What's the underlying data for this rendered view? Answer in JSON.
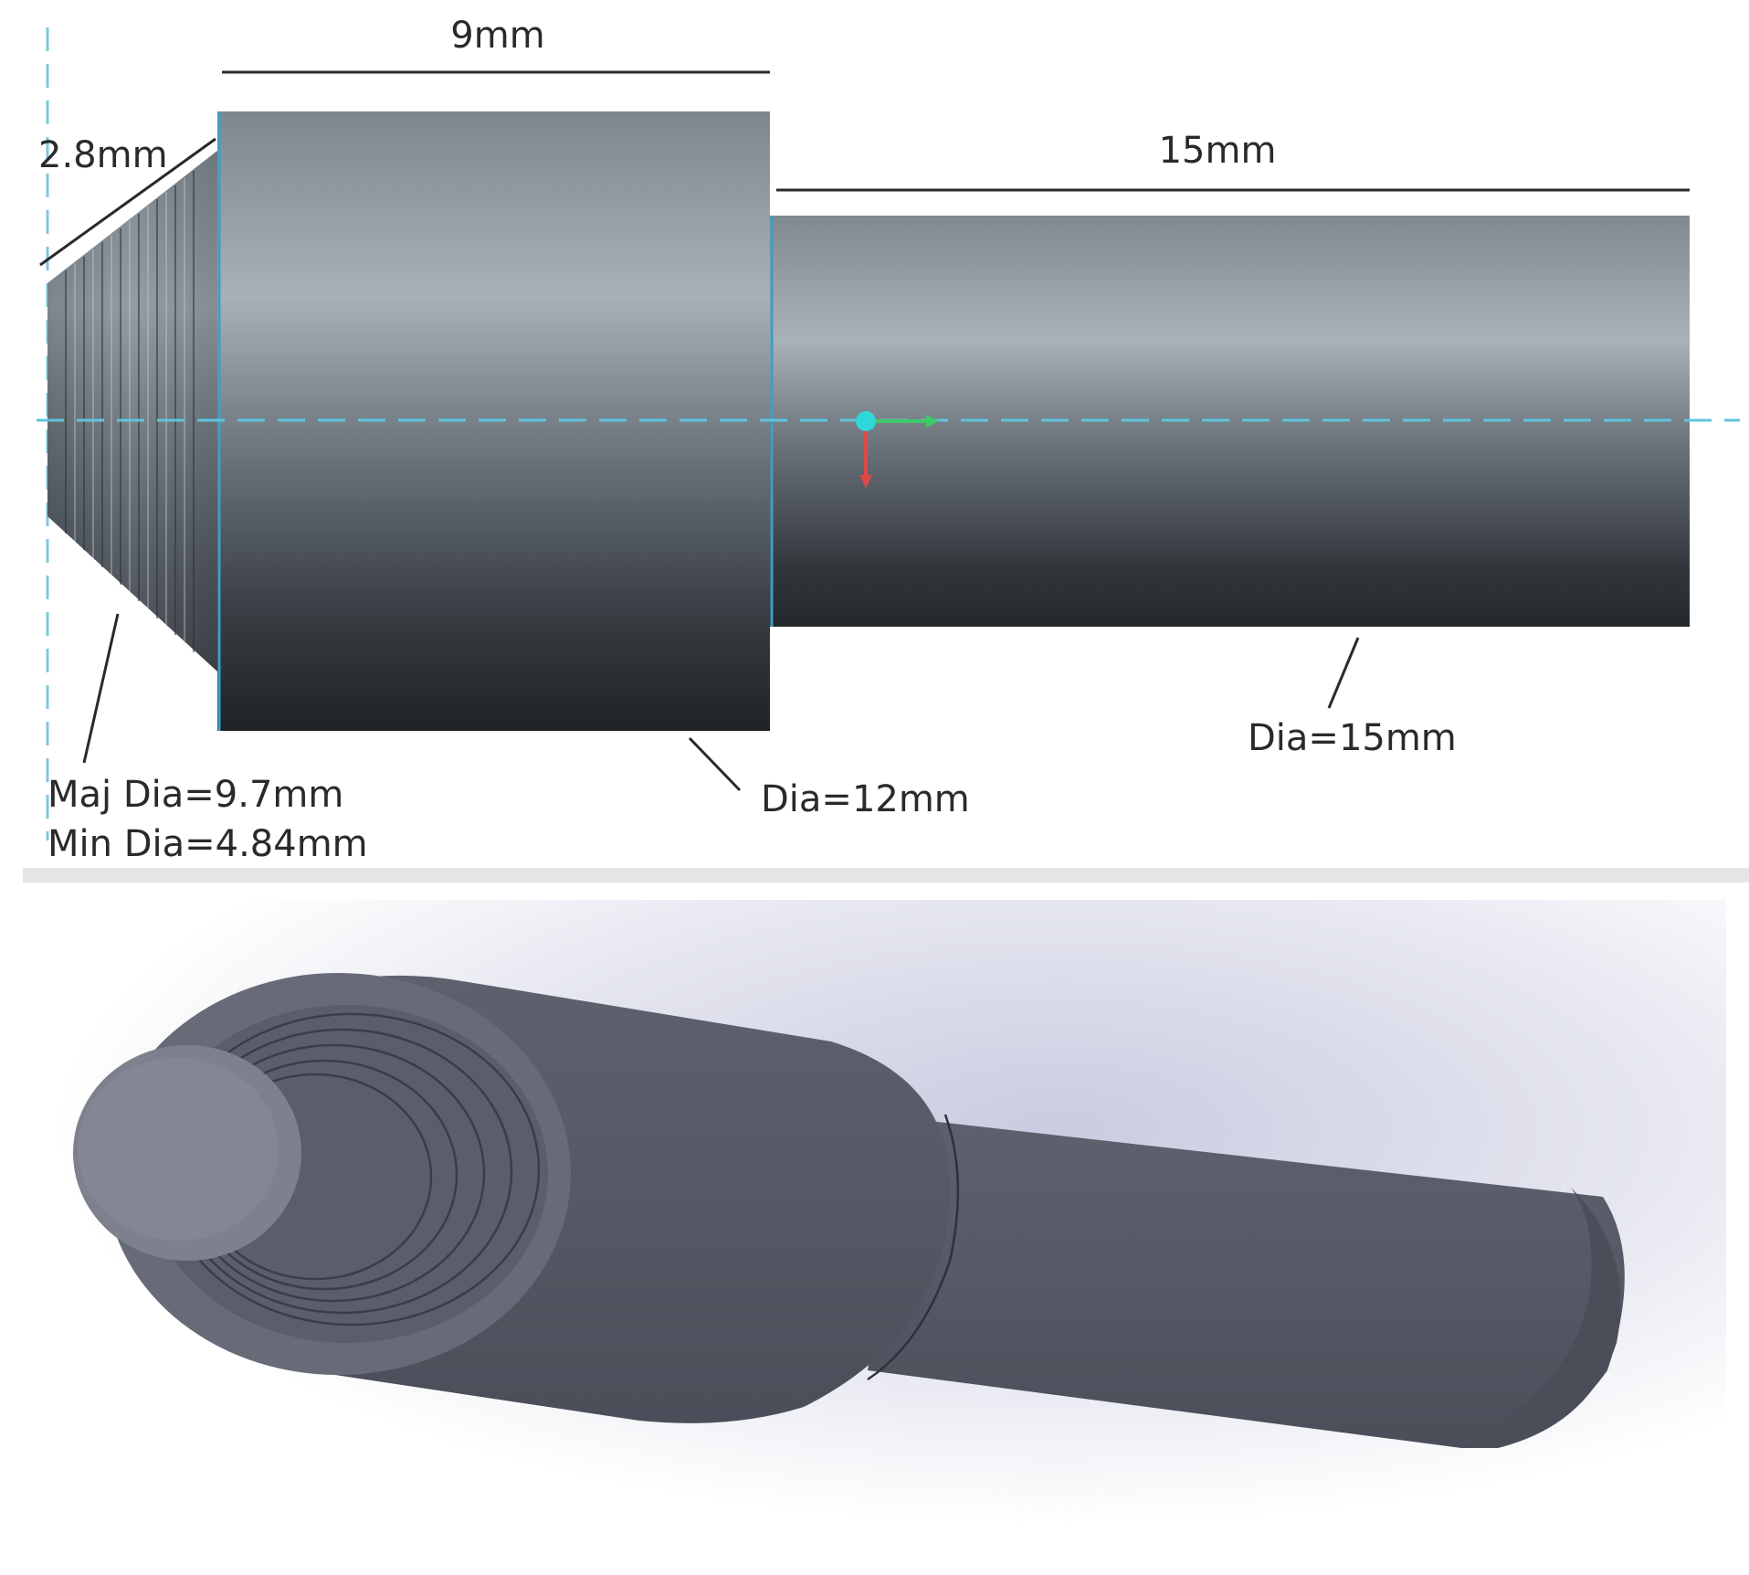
{
  "top_view": {
    "dimensions": {
      "chamfer_length": "2.8mm",
      "head_length": "9mm",
      "shaft_length": "15mm"
    },
    "callouts": {
      "thread_major": "Maj Dia=9.7mm",
      "thread_minor": "Min Dia=4.84mm",
      "head_dia": "Dia=12mm",
      "shaft_dia": "Dia=15mm"
    },
    "colors": {
      "edge_highlight": "#3aa0c8",
      "centerline": "#5fc4de",
      "origin_point": "#2fd8d8",
      "axis_x": "#3ec96a",
      "axis_y": "#e04848"
    }
  },
  "iso_view": {
    "colors": {
      "body": "#565a66",
      "body_dark": "#4a4e5a",
      "face": "#7a7e8a"
    }
  }
}
